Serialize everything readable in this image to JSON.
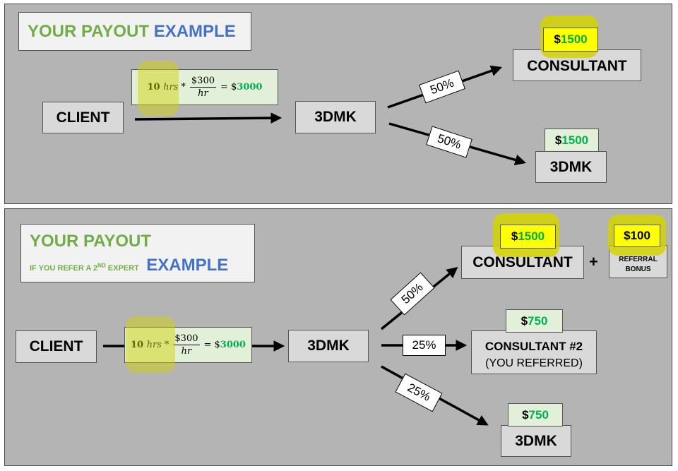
{
  "top": {
    "title_part1": "YOUR PAYOUT",
    "title_part2": "EXAMPLE",
    "client": "CLIENT",
    "formula": {
      "hours": "10",
      "hrs_unit": "hrs",
      "times": "*",
      "rate_num": "$300",
      "rate_den": "hr",
      "equals": "= $",
      "result": "3000"
    },
    "hub": "3DMK",
    "split_up": "50%",
    "split_down": "50%",
    "consultant": "CONSULTANT",
    "consultant_amount": {
      "sign": "$",
      "value": "1500"
    },
    "dmk": "3DMK",
    "dmk_amount": {
      "sign": "$",
      "value": "1500"
    }
  },
  "bottom": {
    "title_part1": "YOUR PAYOUT",
    "subtitle_prefix": "IF YOU REFER A 2",
    "subtitle_sup": "ND",
    "subtitle_suffix": " EXPERT",
    "title_part2": "EXAMPLE",
    "client": "CLIENT",
    "formula": {
      "hours": "10",
      "hrs_unit": "hrs",
      "times": "*",
      "rate_num": "$300",
      "rate_den": "hr",
      "equals": "= $",
      "result": "3000"
    },
    "hub": "3DMK",
    "split_up": "50%",
    "split_mid": "25%",
    "split_down": "25%",
    "consultant": "CONSULTANT",
    "consultant_amount": {
      "sign": "$",
      "value": "1500"
    },
    "plus": "+",
    "referral_line1": "REFERRAL",
    "referral_line2": "BONUS",
    "referral_amount": "$100",
    "consultant2_line1": "CONSULTANT #2",
    "consultant2_line2": "(YOU REFERRED)",
    "consultant2_amount": {
      "sign": "$",
      "value": "750"
    },
    "dmk": "3DMK",
    "dmk_amount": {
      "sign": "$",
      "value": "750"
    }
  },
  "colors": {
    "green": "#70ad47",
    "blue": "#4472c4",
    "money_green": "#00b050",
    "highlight": "#ffff00"
  }
}
